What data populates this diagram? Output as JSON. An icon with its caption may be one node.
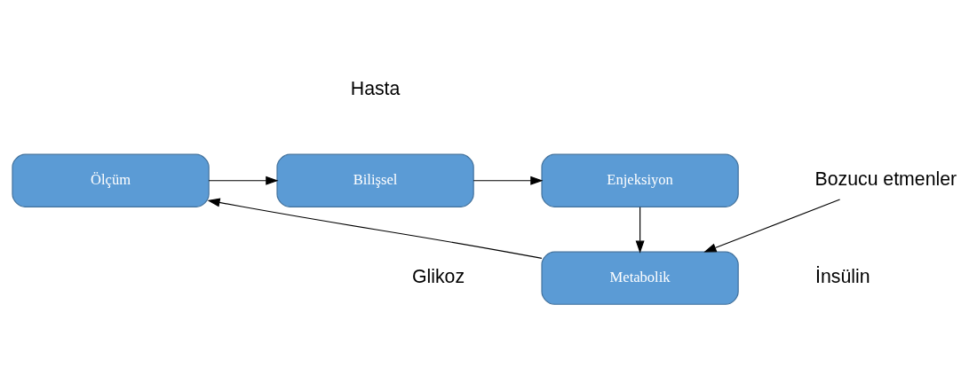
{
  "diagram": {
    "nodes": [
      {
        "text": [
          "Ölçüm"
        ]
      },
      {
        "text": [
          "Bilişsel"
        ]
      },
      {
        "text": [
          "Enjeksiyon"
        ]
      },
      {
        "text": [
          "Metabolik"
        ]
      },
      {
        "text": [
          "Bozucu etmenler"
        ]
      }
    ],
    "edges": [
      {
        "from": 0,
        "to": 1,
        "arrow": "to"
      },
      {
        "from": 1,
        "to": 2,
        "arrow": "to"
      },
      {
        "from": 2,
        "to": 3,
        "arrow": "to"
      },
      {
        "from": 3,
        "to": 0,
        "arrow": "to"
      },
      {
        "from": 4,
        "to": 3,
        "arrow": "to"
      }
    ],
    "labels": [
      "Hasta",
      "Glikoz",
      "İnsülin"
    ]
  }
}
